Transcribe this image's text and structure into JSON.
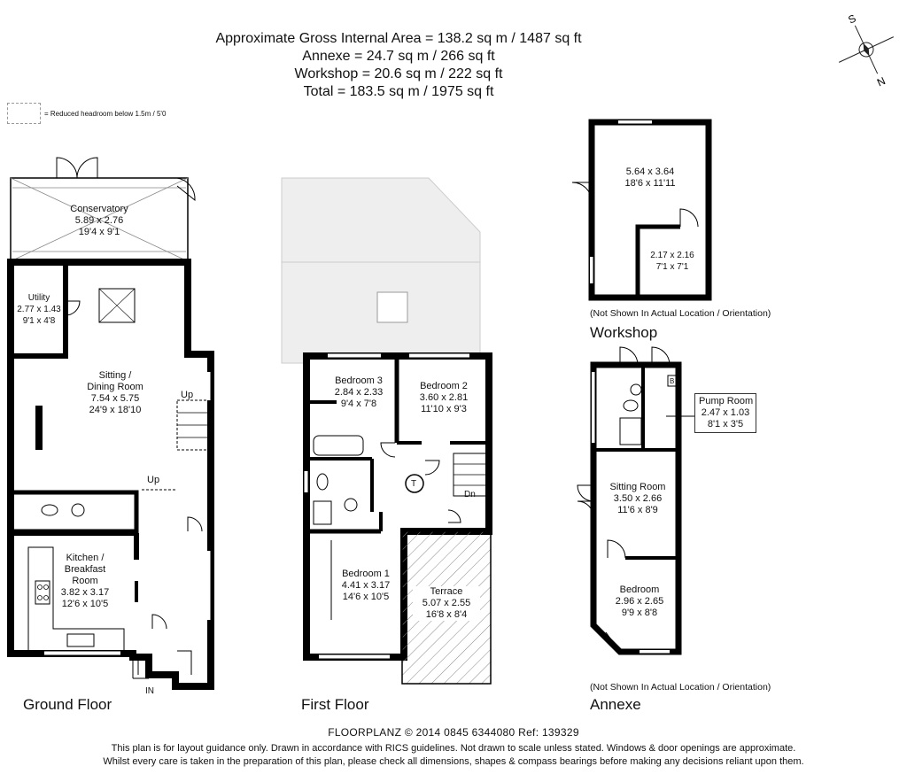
{
  "header": {
    "line1": "Approximate Gross Internal Area = 138.2 sq m / 1487 sq ft",
    "line2": "Annexe = 24.7 sq m / 266 sq ft",
    "line3": "Workshop = 20.6 sq m / 222 sq ft",
    "line4": "Total = 183.5 sq m / 1975 sq ft"
  },
  "legend": {
    "text": "= Reduced headroom below 1.5m / 5'0"
  },
  "compass": {
    "letters": [
      "S",
      "N"
    ]
  },
  "ground": {
    "label": "Ground Floor",
    "conservatory": {
      "name": "Conservatory",
      "m": "5.89 x 2.76",
      "ft": "19'4 x 9'1"
    },
    "utility": {
      "name": "Utility",
      "m": "2.77 x 1.43",
      "ft": "9'1 x 4'8"
    },
    "sitting": {
      "name1": "Sitting /",
      "name2": "Dining Room",
      "m": "7.54 x 5.75",
      "ft": "24'9 x 18'10"
    },
    "kitchen": {
      "name1": "Kitchen /",
      "name2": "Breakfast",
      "name3": "Room",
      "m": "3.82 x 3.17",
      "ft": "12'6 x 10'5"
    },
    "up1": "Up",
    "up2": "Up",
    "entrance": "IN"
  },
  "first": {
    "label": "First Floor",
    "bed3": {
      "name": "Bedroom 3",
      "m": "2.84 x 2.33",
      "ft": "9'4 x 7'8"
    },
    "bed2": {
      "name": "Bedroom 2",
      "m": "3.60 x 2.81",
      "ft": "11'10 x 9'3"
    },
    "bed1": {
      "name": "Bedroom 1",
      "m": "4.41 x 3.17",
      "ft": "14'6 x 10'5"
    },
    "terrace": {
      "name": "Terrace",
      "m": "5.07 x 2.55",
      "ft": "16'8 x 8'4"
    },
    "dn": "Dn",
    "tank": "T"
  },
  "workshop": {
    "label": "Workshop",
    "note": "(Not Shown In Actual Location / Orientation)",
    "main": {
      "m": "5.64 x 3.64",
      "ft": "18'6 x 11'11"
    },
    "store": {
      "m": "2.17 x 2.16",
      "ft": "7'1 x 7'1"
    }
  },
  "annexe": {
    "label": "Annexe",
    "note": "(Not Shown In Actual Location / Orientation)",
    "pump": {
      "name": "Pump Room",
      "m": "2.47 x 1.03",
      "ft": "8'1 x 3'5"
    },
    "sitting": {
      "name": "Sitting Room",
      "m": "3.50 x 2.66",
      "ft": "11'6 x 8'9"
    },
    "bedroom": {
      "name": "Bedroom",
      "m": "2.96 x 2.65",
      "ft": "9'9 x 8'8"
    },
    "boiler": "B"
  },
  "footer": {
    "brand": "FLOORPLANZ © 2014    0845 6344080    Ref: 139329",
    "line1": "This plan is for layout guidance only. Drawn in accordance with RICS guidelines. Not drawn to scale unless stated. Windows & door openings are approximate.",
    "line2": "Whilst every care is taken in the preparation of this plan, please check all dimensions, shapes & compass bearings before making any decisions reliant upon them."
  }
}
